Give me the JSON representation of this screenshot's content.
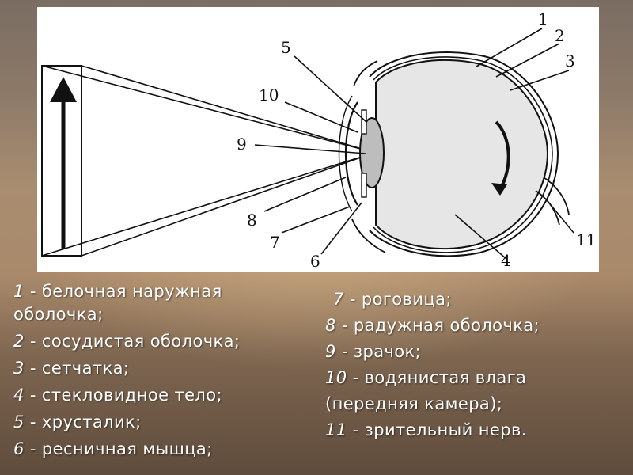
{
  "diagram": {
    "callouts": [
      "1",
      "2",
      "3",
      "4",
      "5",
      "6",
      "7",
      "8",
      "9",
      "10",
      "11"
    ]
  },
  "legend": {
    "left": [
      {
        "num": "1",
        "text": " - белочная наружная оболочка;"
      },
      {
        "num": "2",
        "text": " - сосудистая оболочка;"
      },
      {
        "num": "3",
        "text": " - сетчатка;"
      },
      {
        "num": "4",
        "text": " - стекловидное тело;"
      },
      {
        "num": "5",
        "text": " - хрусталик;"
      },
      {
        "num": "6",
        "text": " - ресничная мышца;"
      }
    ],
    "right": [
      {
        "num": "7",
        "text": " - роговица;"
      },
      {
        "num": "8",
        "text": " - радужная оболочка;"
      },
      {
        "num": "9",
        "text": " - зрачок;"
      },
      {
        "num": "10",
        "text": " - водянистая влага (передняя камера);"
      },
      {
        "num": "11",
        "text": " - зрительный нерв."
      }
    ]
  },
  "colors": {
    "panel": "#ffffff",
    "ink": "#111111",
    "vitreous": "#e6e6e6",
    "legend_text": "#ffffff"
  }
}
